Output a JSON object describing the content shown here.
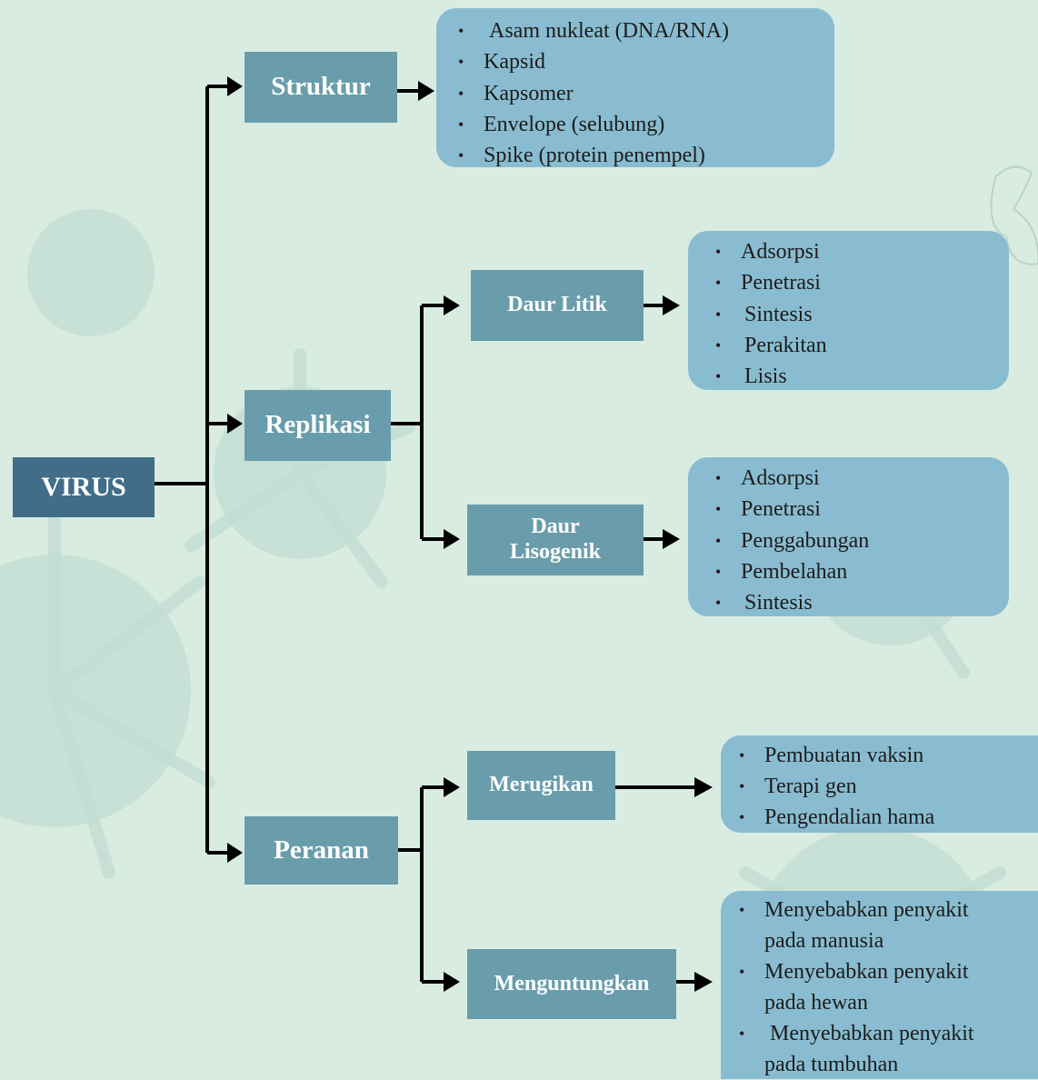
{
  "root": {
    "label": "VIRUS"
  },
  "branches": {
    "struktur": {
      "label": "Struktur",
      "items": [
        "Asam nukleat (DNA/RNA)",
        "Kapsid",
        "Kapsomer",
        "Envelope (selubung)",
        "Spike (protein penempel)"
      ]
    },
    "replikasi": {
      "label": "Replikasi",
      "daur_litik": {
        "label": "Daur Litik",
        "items": [
          "Adsorpsi",
          "Penetrasi",
          "Sintesis",
          "Perakitan",
          "Lisis"
        ]
      },
      "daur_lisogenik": {
        "label_line1": "Daur",
        "label_line2": "Lisogenik",
        "items": [
          "Adsorpsi",
          "Penetrasi",
          "Penggabungan",
          "Pembelahan",
          "Sintesis"
        ]
      }
    },
    "peranan": {
      "label": "Peranan",
      "merugikan": {
        "label": "Merugikan",
        "items": [
          "Pembuatan vaksin",
          "Terapi gen",
          "Pengendalian hama"
        ]
      },
      "menguntungkan": {
        "label": "Menguntungkan",
        "items": [
          {
            "line1": "Menyebabkan penyakit",
            "line2": "pada manusia"
          },
          {
            "line1": "Menyebabkan penyakit",
            "line2": "pada hewan"
          },
          {
            "line1": "Menyebabkan penyakit",
            "line2": "pada tumbuhan"
          }
        ]
      }
    }
  },
  "colors": {
    "background": "#d9ece2",
    "root_box": "#416d89",
    "node_box": "#6a9dab",
    "list_panel": "#89bcd0",
    "connector": "#000000",
    "decoration": "#bfddd1"
  }
}
